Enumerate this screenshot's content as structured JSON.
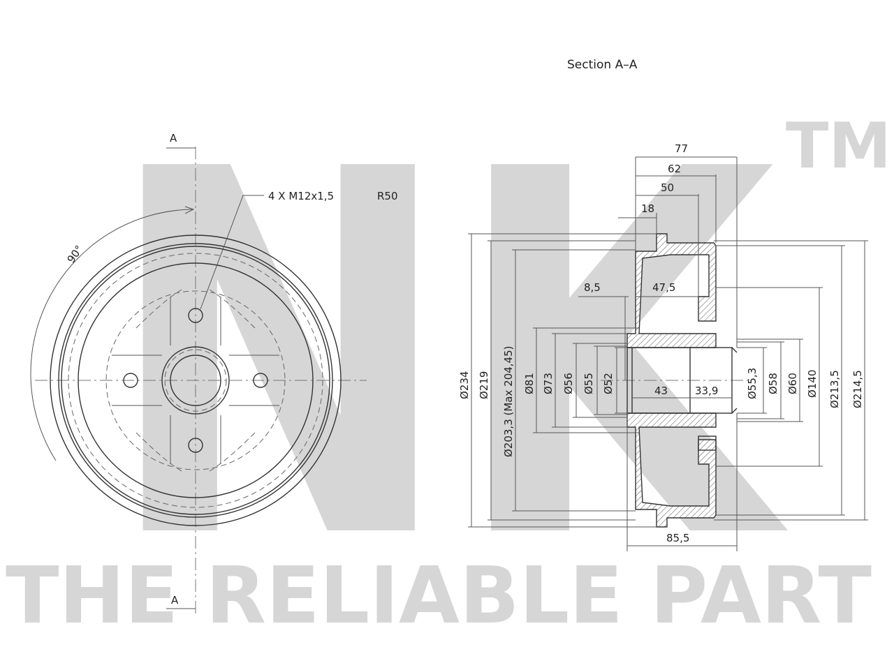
{
  "watermark": {
    "logo_text": "NK",
    "trademark": "TM",
    "tagline": "THE RELIABLE PART"
  },
  "section_title": "Section A–A",
  "section_marker_top": "A",
  "section_marker_bottom": "A",
  "angle_label": "90°",
  "bolt_spec": "4 X M12x1,5",
  "bolt_circle": "R50",
  "dimensions": {
    "d77": "77",
    "d62": "62",
    "d50": "50",
    "d18": "18",
    "d8_5": "8,5",
    "d47_5": "47,5",
    "d43": "43",
    "d33_9": "33,9",
    "d85_5": "85,5",
    "dia234": "Ø234",
    "dia219": "Ø219",
    "dia203": "Ø203,3  (Max  204,45)",
    "dia81": "Ø81",
    "dia73": "Ø73",
    "dia56": "Ø56",
    "dia55": "Ø55",
    "dia52": "Ø52",
    "dia55_3": "Ø55,3",
    "dia58": "Ø58",
    "dia60": "Ø60",
    "dia140": "Ø140",
    "dia213_5": "Ø213,5",
    "dia214_5": "Ø214,5"
  }
}
